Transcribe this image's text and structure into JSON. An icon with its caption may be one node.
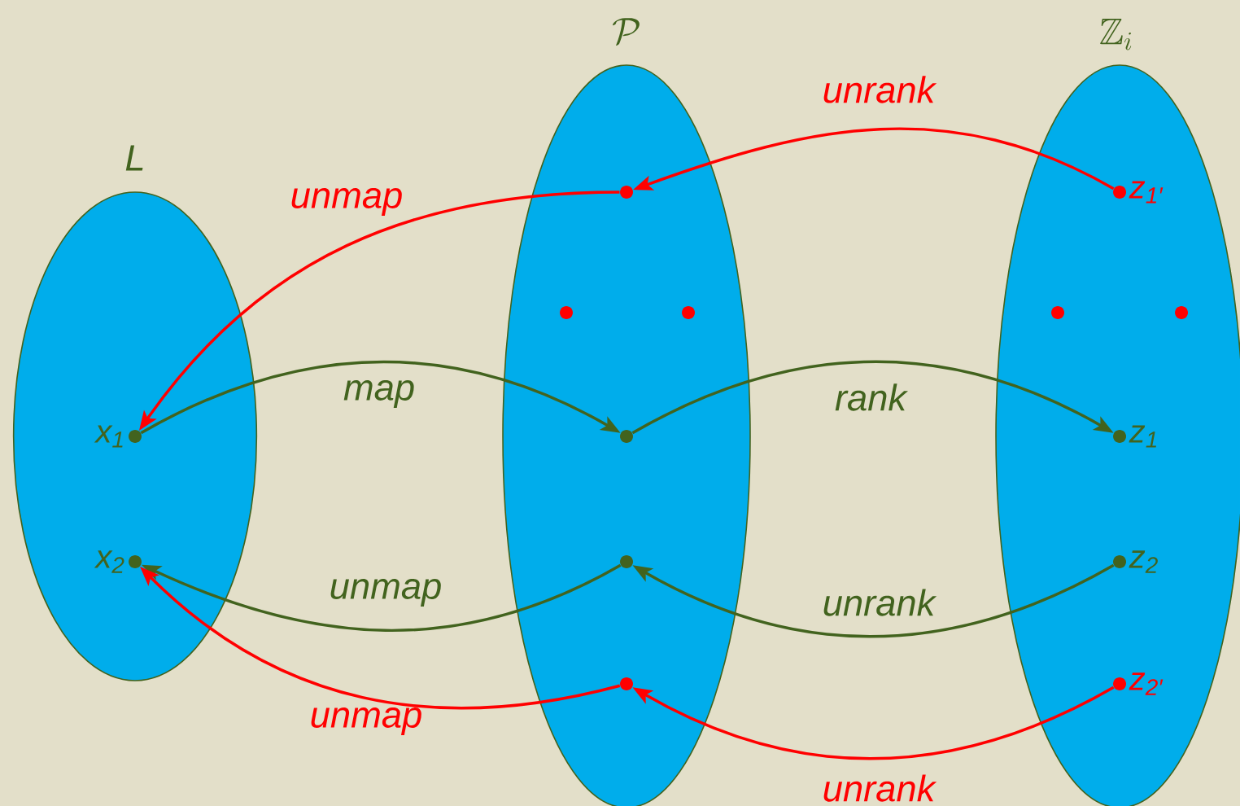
{
  "diagram": {
    "nodes": [
      {
        "text": [
          "L"
        ]
      },
      {
        "text": [
          "x$_{1}$"
        ],
        "in": 0
      },
      {
        "text": [
          "x$_{2}$"
        ],
        "in": 0
      },
      {
        "text": [
          "\\mathcal{P}"
        ]
      },
      {
        "text": [],
        "shape": "circle",
        "in": 3
      },
      {
        "text": [],
        "shape": "circle",
        "in": 3
      },
      {
        "text": [],
        "shape": "circle",
        "in": 3
      },
      {
        "text": [],
        "shape": "circle",
        "in": 3
      },
      {
        "text": [],
        "shape": "circle",
        "in": 3
      },
      {
        "text": [],
        "shape": "circle",
        "in": 3
      },
      {
        "text": [
          "\\mathbb{Z}_i"
        ]
      },
      {
        "text": [
          "z$_{1′}$"
        ],
        "in": 10
      },
      {
        "text": [],
        "shape": "circle",
        "in": 10
      },
      {
        "text": [],
        "shape": "circle",
        "in": 10
      },
      {
        "text": [
          "z$_{1}$"
        ],
        "in": 10
      },
      {
        "text": [
          "z$_{2}$"
        ],
        "in": 10
      },
      {
        "text": [
          "z$_{2′}$"
        ],
        "in": 10
      }
    ],
    "edges": [
      {
        "from": 11,
        "to": 4,
        "arrow": "to",
        "label": "unrank",
        "color": "#ff0000"
      },
      {
        "from": 4,
        "to": 1,
        "arrow": "to",
        "label": "unmap",
        "color": "#ff0000"
      },
      {
        "from": 1,
        "to": 7,
        "arrow": "to",
        "label": "map",
        "color": "#42631e"
      },
      {
        "from": 7,
        "to": 14,
        "arrow": "to",
        "label": "rank",
        "color": "#42631e"
      },
      {
        "from": 15,
        "to": 8,
        "arrow": "to",
        "label": "unrank",
        "color": "#42631e"
      },
      {
        "from": 8,
        "to": 2,
        "arrow": "to",
        "label": "unmap",
        "color": "#42631e"
      },
      {
        "from": 16,
        "to": 9,
        "arrow": "to",
        "label": "unrank",
        "color": "#ff0000"
      },
      {
        "from": 9,
        "to": 2,
        "arrow": "to",
        "label": "unmap",
        "color": "#ff0000"
      }
    ]
  }
}
